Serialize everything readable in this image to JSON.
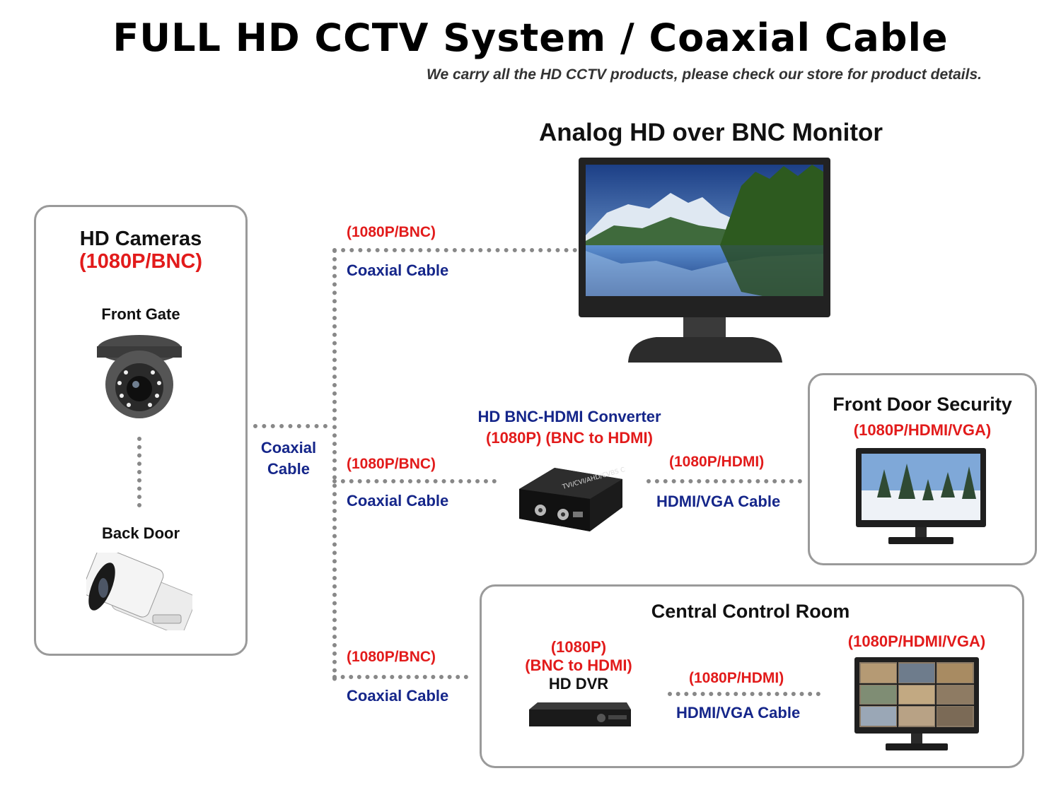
{
  "title": "FULL HD CCTV System / Coaxial Cable",
  "subtitle": "We carry all the HD CCTV products, please check our store for product details.",
  "monitor_main": {
    "title": "Analog HD over BNC Monitor"
  },
  "cameras": {
    "heading": "HD Cameras",
    "spec": "(1080P/BNC)",
    "front_gate": "Front Gate",
    "back_door": "Back Door"
  },
  "trunk": {
    "label_line1": "Coaxial",
    "label_line2": "Cable"
  },
  "link_top": {
    "spec": "(1080P/BNC)",
    "cable": "Coaxial Cable"
  },
  "link_mid": {
    "spec": "(1080P/BNC)",
    "cable": "Coaxial Cable"
  },
  "link_bottom": {
    "spec": "(1080P/BNC)",
    "cable": "Coaxial Cable"
  },
  "converter": {
    "title": "HD BNC-HDMI Converter",
    "spec": "(1080P) (BNC to HDMI)",
    "device_text": "TVI/CVI/AHD/CVBS Converter"
  },
  "converter_link": {
    "spec": "(1080P/HDMI)",
    "cable": "HDMI/VGA Cable"
  },
  "front_door": {
    "title": "Front Door Security",
    "spec": "(1080P/HDMI/VGA)"
  },
  "control_room": {
    "title": "Central Control Room",
    "dvr_spec1": "(1080P)",
    "dvr_spec2": "(BNC to HDMI)",
    "dvr_name": "HD DVR",
    "link_spec": "(1080P/HDMI)",
    "link_cable": "HDMI/VGA Cable",
    "monitor_spec": "(1080P/HDMI/VGA)"
  },
  "colors": {
    "red": "#e21b1b",
    "blue": "#15268a",
    "box_border": "#9a9a9a",
    "dots": "#888888"
  }
}
